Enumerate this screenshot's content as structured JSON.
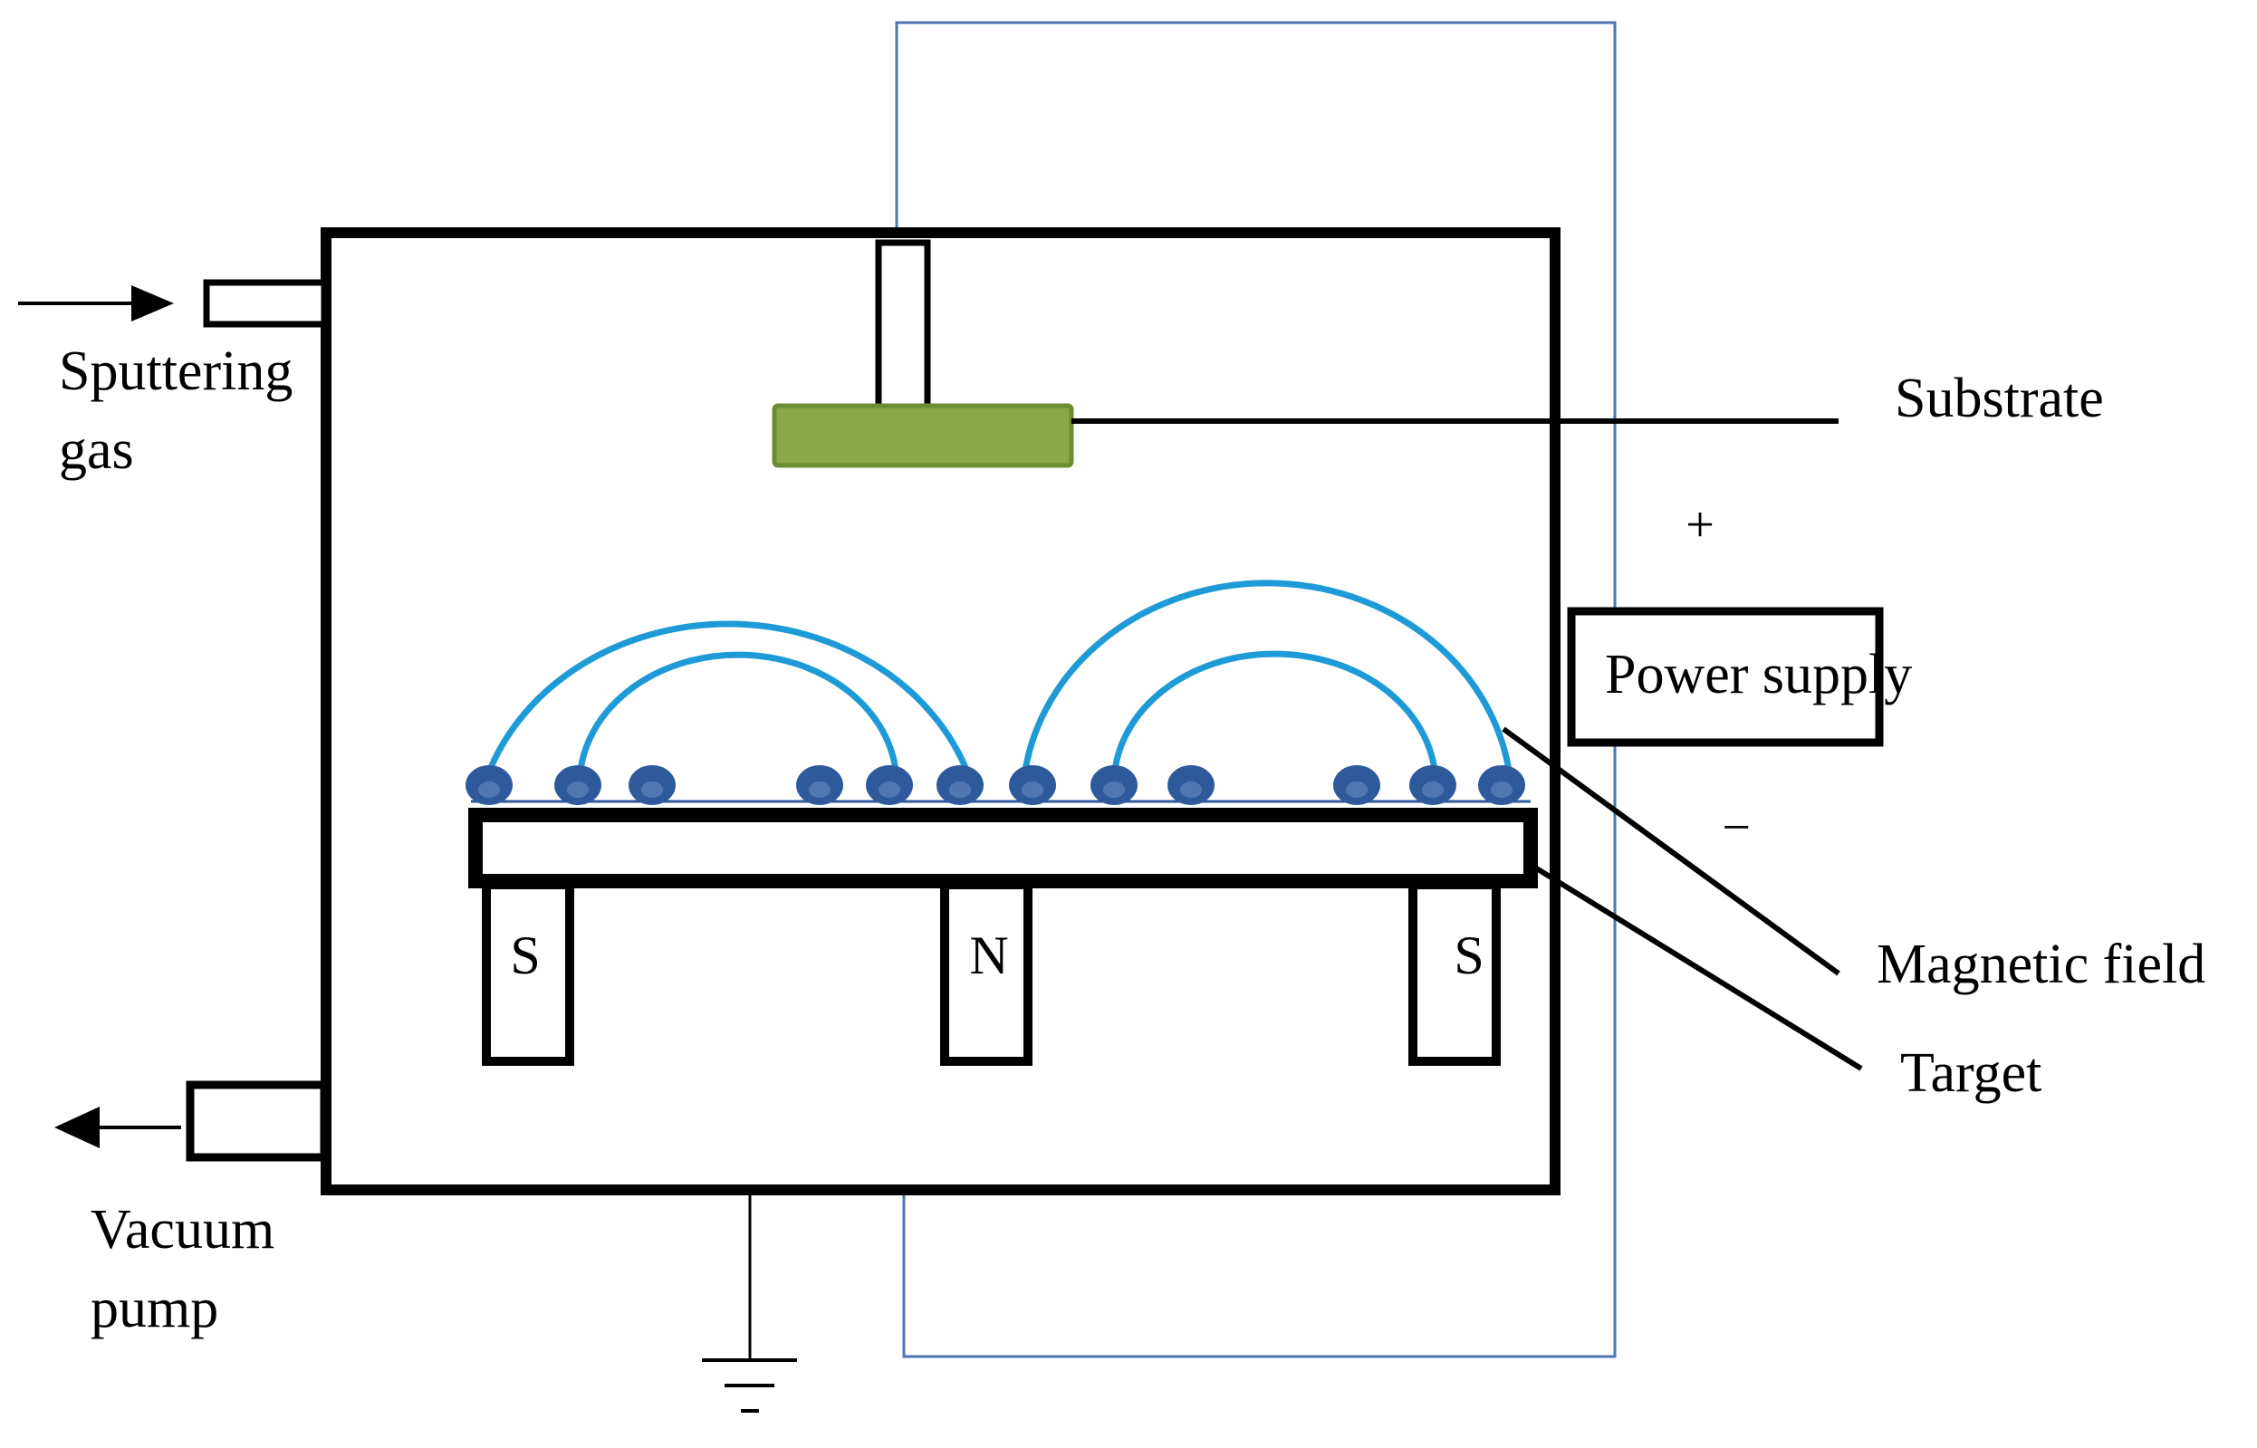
{
  "labels": {
    "sputtering_gas_line1": "Sputtering",
    "sputtering_gas_line2": "gas",
    "vacuum_pump_line1": "Vacuum",
    "vacuum_pump_line2": "pump",
    "substrate": "Substrate",
    "power_supply": "Power supply",
    "plus": "+",
    "minus": "−",
    "magnetic_field": "Magnetic field",
    "target": "Target"
  },
  "magnets": [
    "S",
    "N",
    "S"
  ],
  "colors": {
    "chamber": "#000000",
    "substrate_fill": "#8aa84a",
    "substrate_border": "#6e8c33",
    "field_lines": "#1e9ad6",
    "electrons": "#2e5a9c",
    "circuit_wire": "#4a77b0"
  },
  "icons": {
    "gas_in": "arrow-right-icon",
    "pump_out": "arrow-left-icon",
    "ground": "ground-icon"
  }
}
